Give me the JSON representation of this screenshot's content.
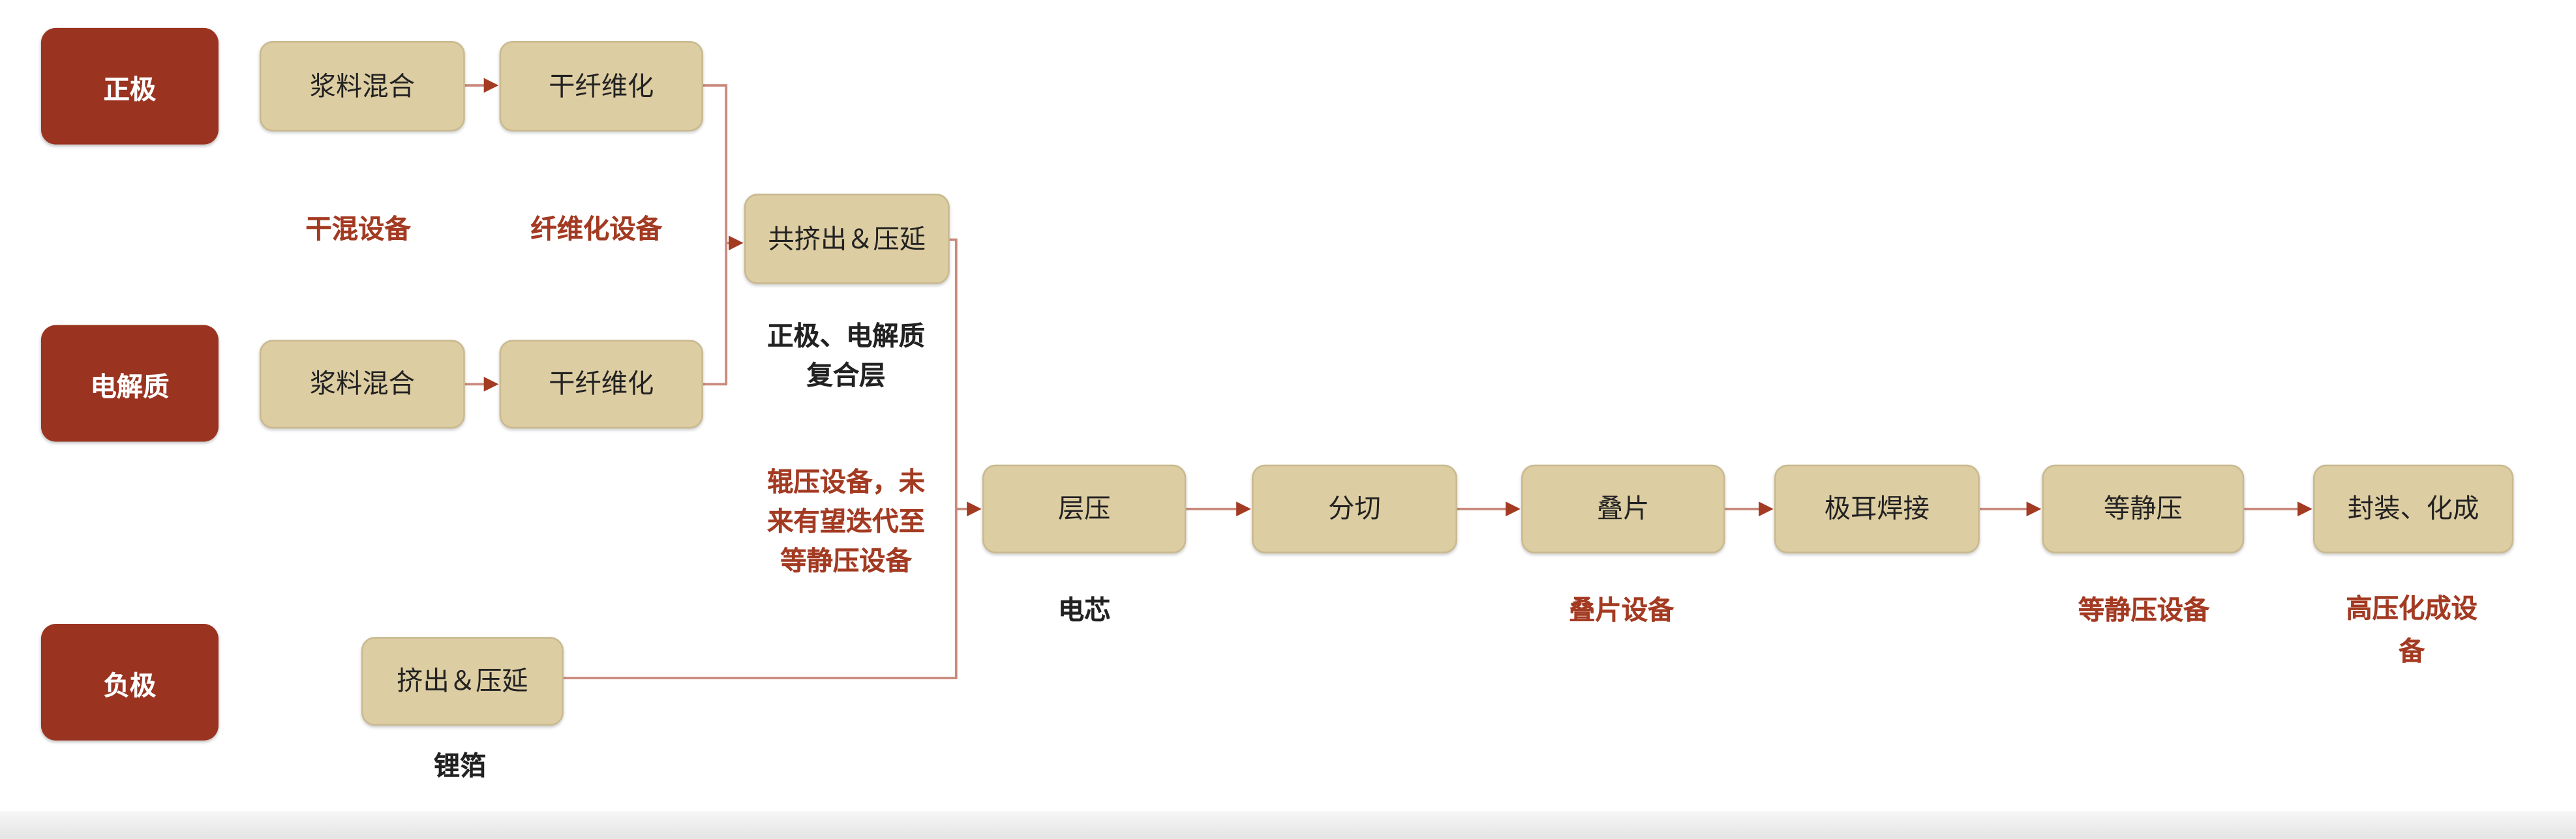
{
  "sources": {
    "cathode": "正极",
    "electrolyte": "电解质",
    "anode": "负极"
  },
  "steps": {
    "cathode_mix": "浆料混合",
    "cathode_fiber": "干纤维化",
    "electrolyte_mix": "浆料混合",
    "electrolyte_fiber": "干纤维化",
    "coextrude": "共挤出＆压延",
    "anode_extrude": "挤出＆压延",
    "laminate": "层压",
    "slit": "分切",
    "stack": "叠片",
    "tab_weld": "极耳焊接",
    "isostatic": "等静压",
    "package": "封装、化成"
  },
  "labels": {
    "dry_mix_equipment": "干混设备",
    "fiber_equipment": "纤维化设备",
    "composite_layer": "正极、电解质复合层",
    "roller_equipment": "辊压设备，未来有望迭代至等静压设备",
    "lithium_foil": "锂箔",
    "cell": "电芯",
    "stack_equipment": "叠片设备",
    "isostatic_equipment": "等静压设备",
    "formation_equipment": "高压化成设备"
  },
  "colors": {
    "source": "#9a3320",
    "step": "#ddcda2",
    "equipment_text": "#a33a22",
    "connector": "#b5533f"
  }
}
